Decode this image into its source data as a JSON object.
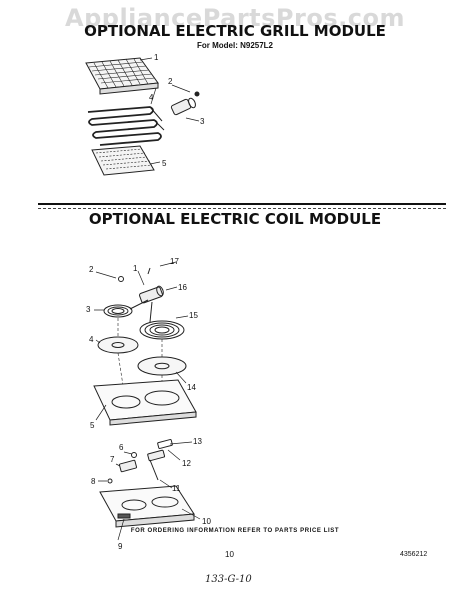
{
  "watermark": "AppliancePartsPros.com",
  "grill_module": {
    "title": "OPTIONAL ELECTRIC GRILL MODULE",
    "model": "For Model: N9257L2",
    "callouts": [
      "1",
      "2",
      "3",
      "4",
      "5"
    ]
  },
  "coil_module": {
    "title": "OPTIONAL ELECTRIC COIL MODULE",
    "callouts": [
      "1",
      "2",
      "3",
      "4",
      "5",
      "6",
      "7",
      "8",
      "9",
      "10",
      "11",
      "12",
      "13",
      "14",
      "15",
      "16",
      "17"
    ]
  },
  "footer": {
    "note": "FOR ORDERING INFORMATION REFER TO PARTS PRICE LIST",
    "page_number": "10",
    "document_code": "4356212",
    "handwritten": "133-G-10"
  }
}
